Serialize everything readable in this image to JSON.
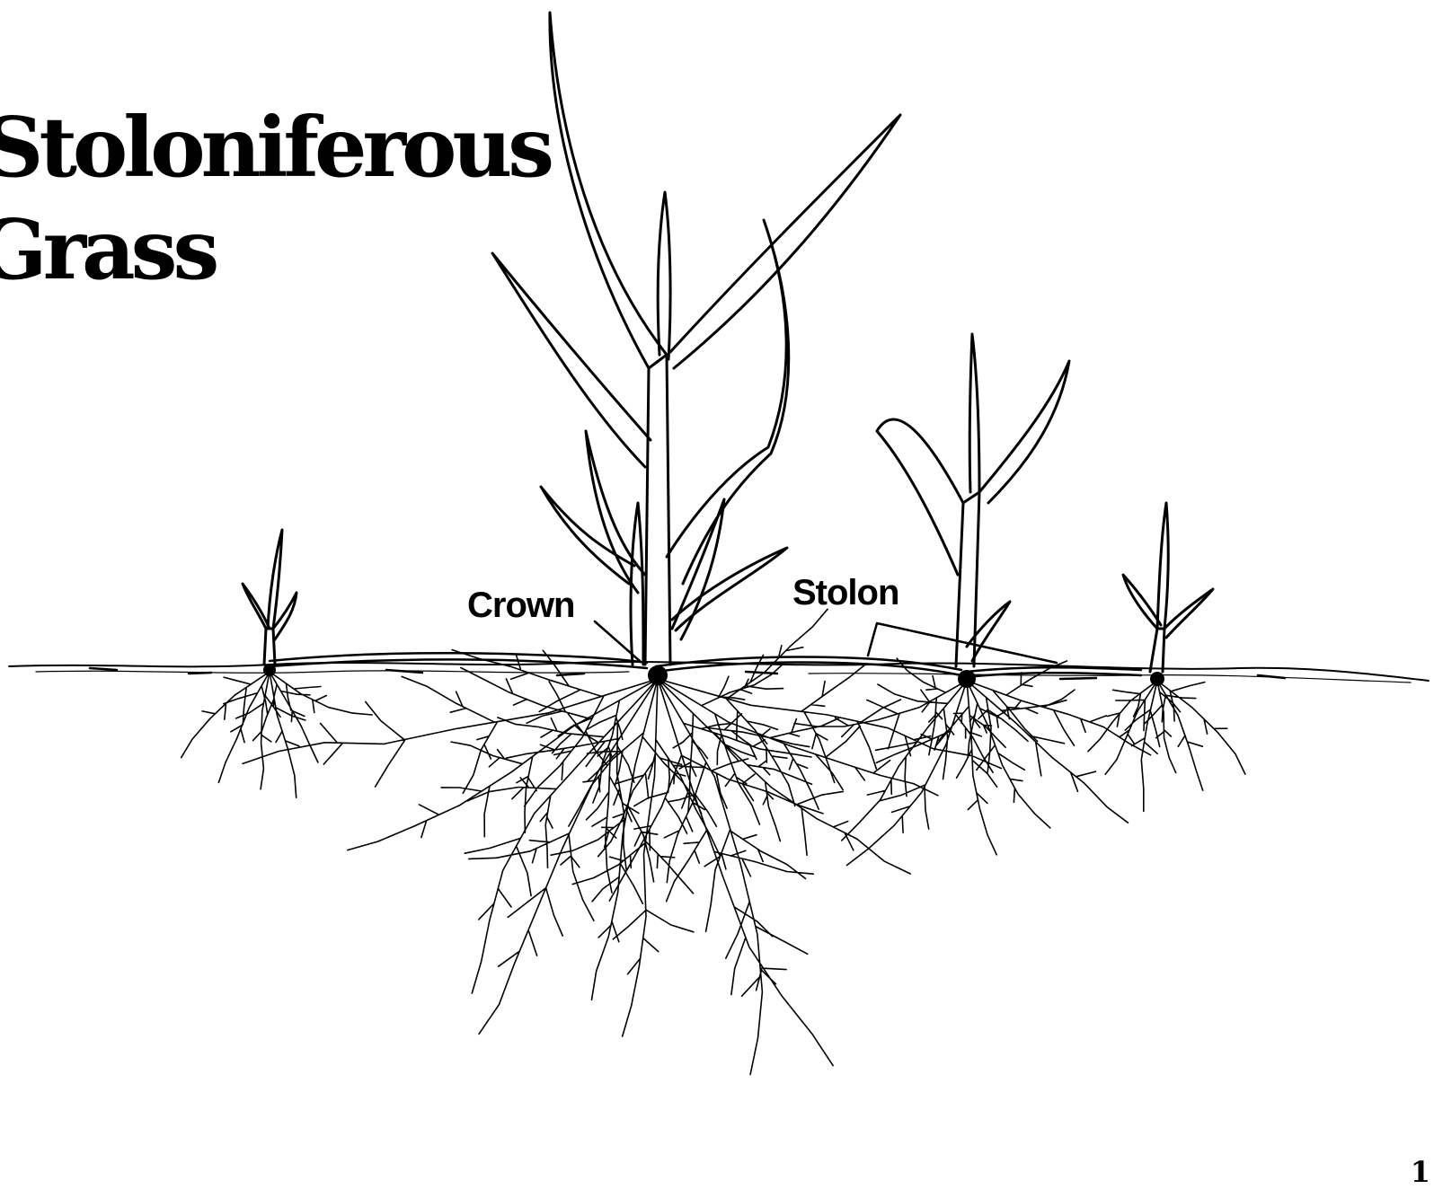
{
  "title": {
    "line1": "Stoloniferous",
    "line2": "Grass"
  },
  "labels": {
    "crown": "Crown",
    "stolon": "Stolon"
  },
  "page_number": "1",
  "colors": {
    "ink": "#000000",
    "paper": "#ffffff"
  }
}
